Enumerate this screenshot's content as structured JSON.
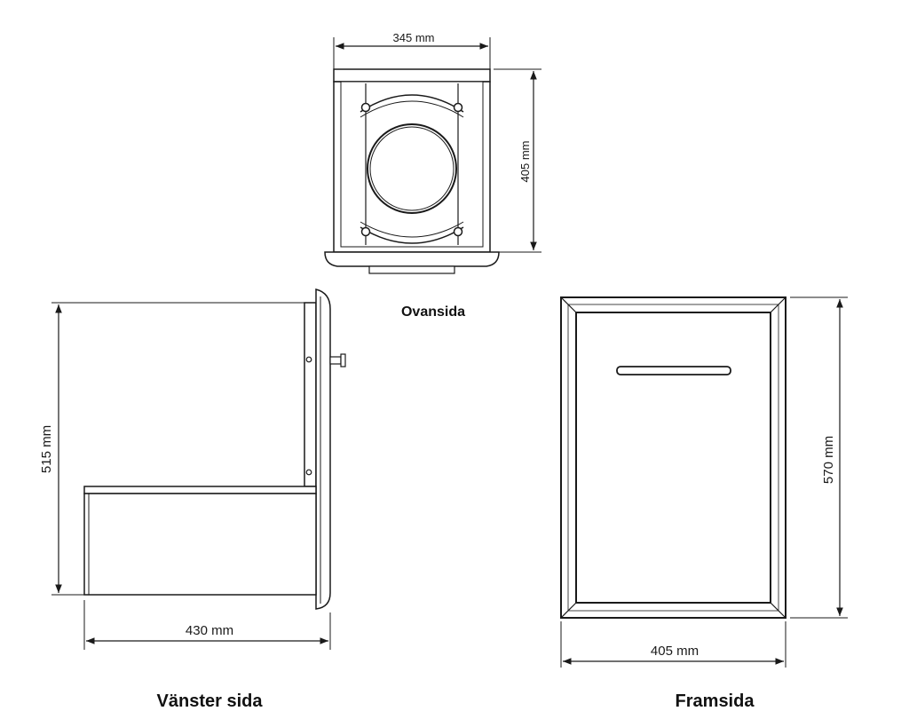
{
  "views": {
    "top": {
      "title": "Ovansida",
      "width_label": "345 mm",
      "depth_label": "405 mm"
    },
    "left": {
      "title": "Vänster sida",
      "height_label": "515 mm",
      "depth_label": "430 mm"
    },
    "front": {
      "title": "Framsida",
      "height_label": "570 mm",
      "width_label": "405 mm"
    }
  },
  "colors": {
    "line": "#1a1a1a",
    "panel_fill": "#ffffff",
    "shade": "#d9d9d9"
  }
}
